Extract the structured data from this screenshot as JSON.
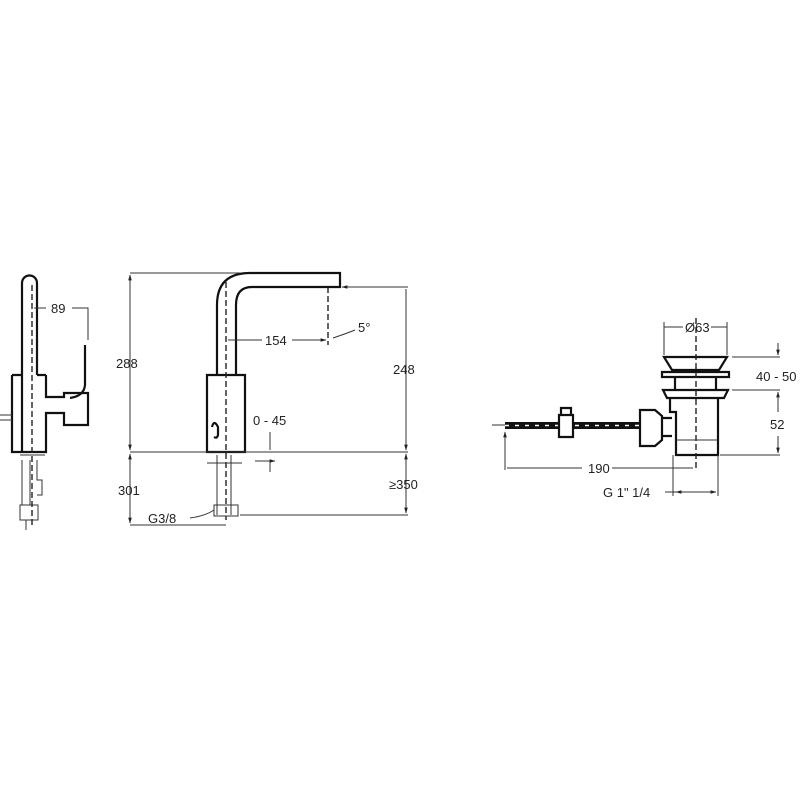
{
  "side_view": {
    "depth_label": "89"
  },
  "front_view": {
    "height_label": "288",
    "below_deck_label": "301",
    "reach_label": "154",
    "angle_label": "5°",
    "spout_height_label": "248",
    "deck_thickness_label": "0 - 45",
    "hose_length_label": "≥350",
    "connection_label": "G3/8"
  },
  "drain_view": {
    "diameter_label": "Ø63",
    "lift_label": "40 - 50",
    "body_height_label": "52",
    "rod_length_label": "190",
    "thread_label": "G 1\" 1/4"
  }
}
